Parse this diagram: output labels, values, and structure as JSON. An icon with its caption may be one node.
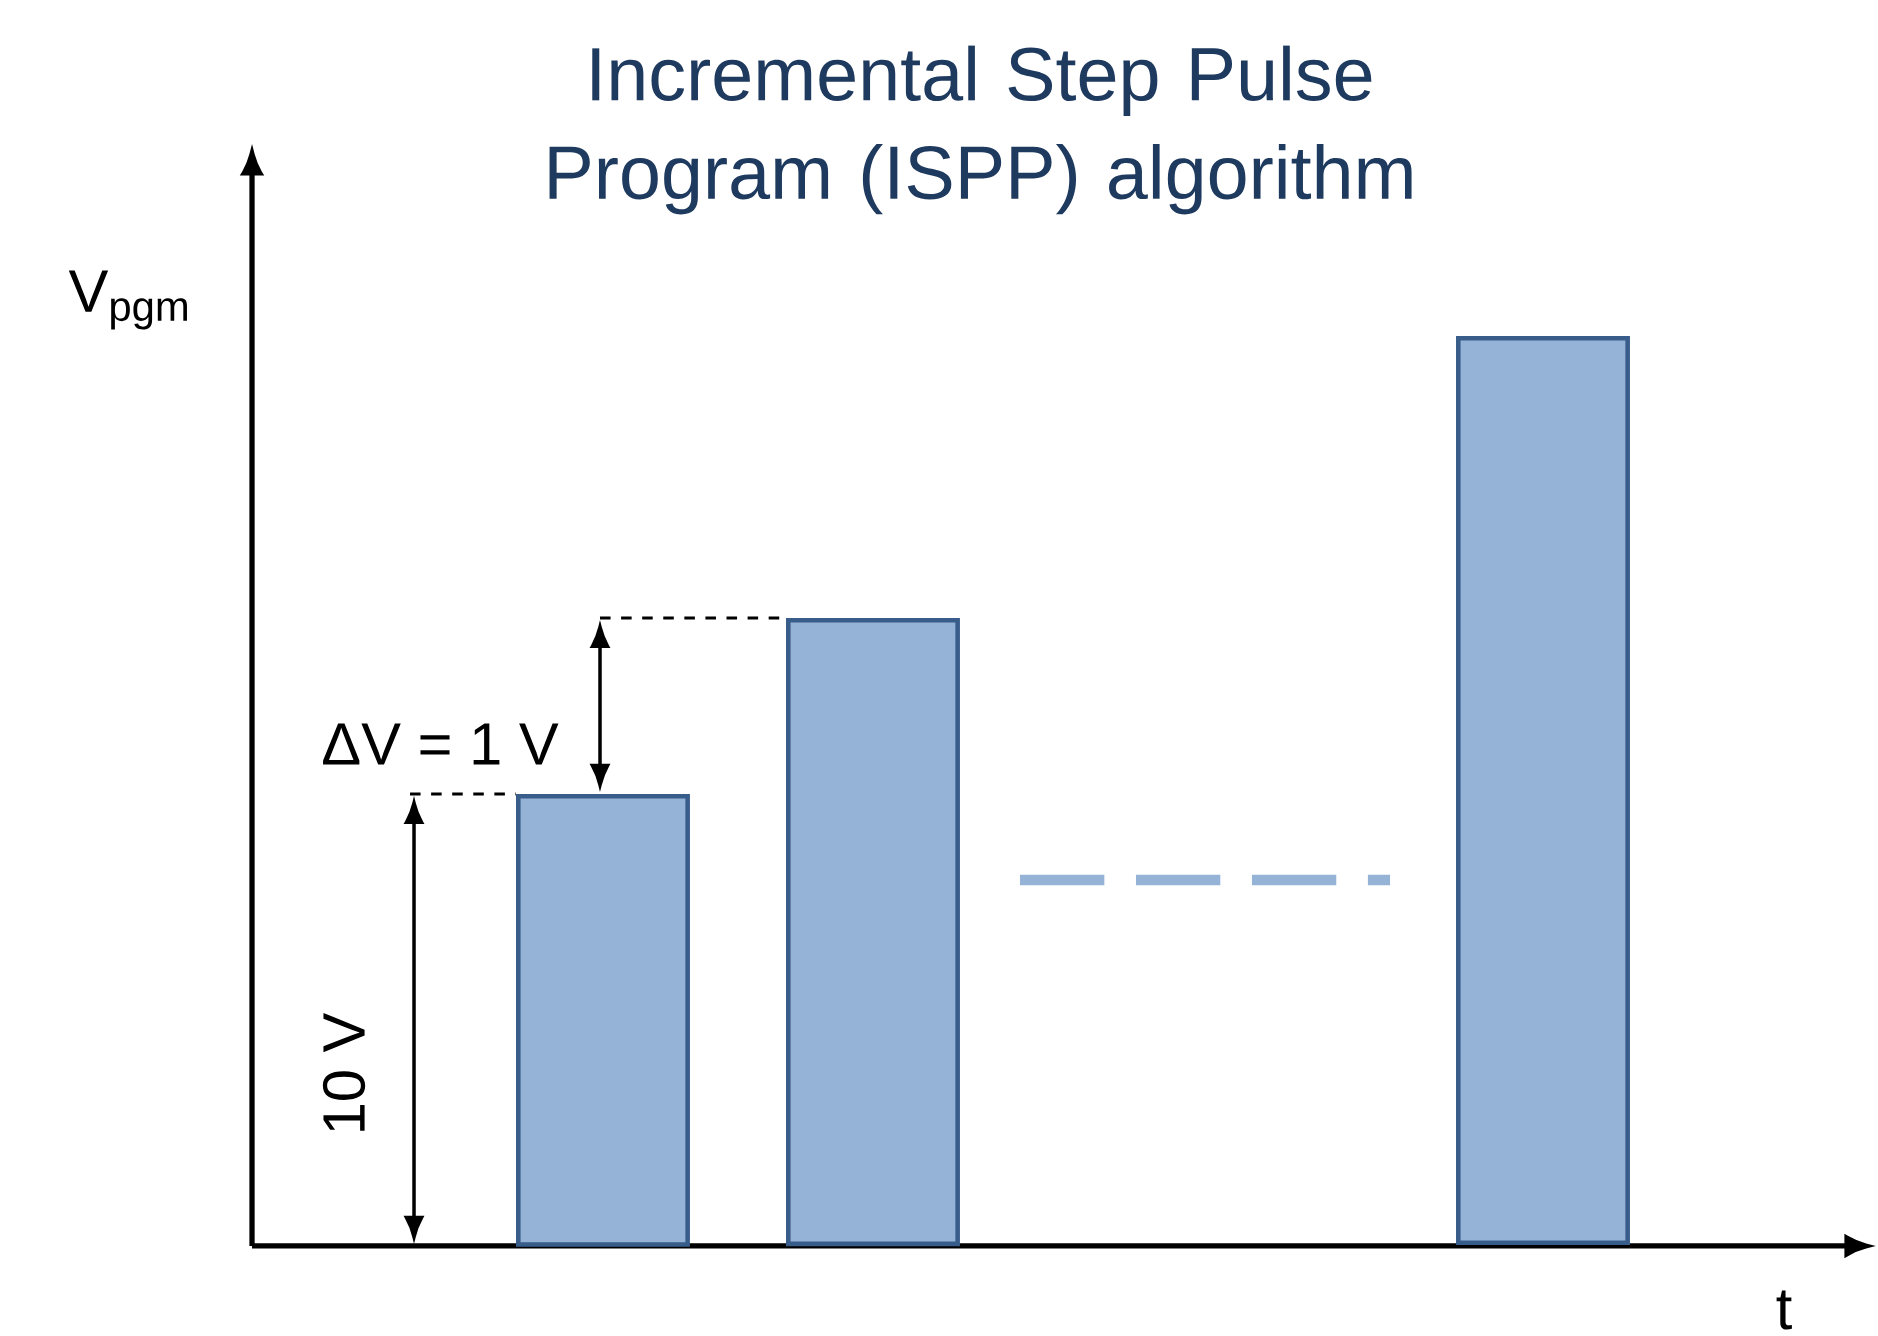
{
  "diagram": {
    "title": "Incremental Step Pulse Program (ISPP) algorithm",
    "nodes": [
      {
        "text": [],
        "shape": "bar"
      },
      {
        "text": [],
        "shape": "bar"
      },
      {
        "text": [],
        "shape": "bar"
      }
    ],
    "labels": [
      "V$_{pgm}$",
      "ΔV = 1 V",
      "10 V",
      "t"
    ]
  }
}
